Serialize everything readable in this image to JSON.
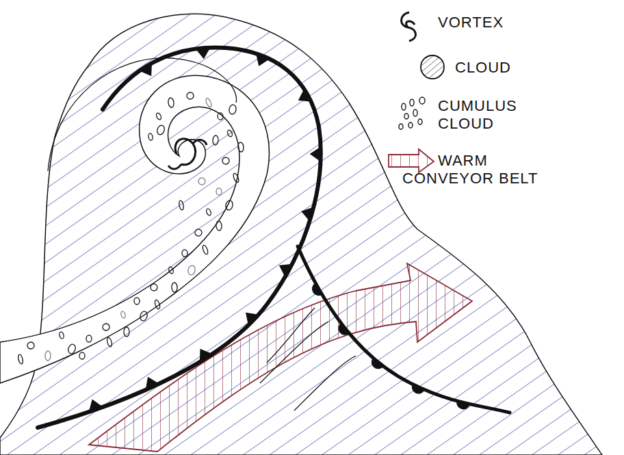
{
  "diagram": {
    "legend": [
      {
        "text": "VORTEX"
      },
      {
        "text": "CLOUD"
      },
      {
        "text": "CUMULUS CLOUD"
      },
      {
        "text": "WARM CONVEYOR BELT"
      }
    ]
  }
}
